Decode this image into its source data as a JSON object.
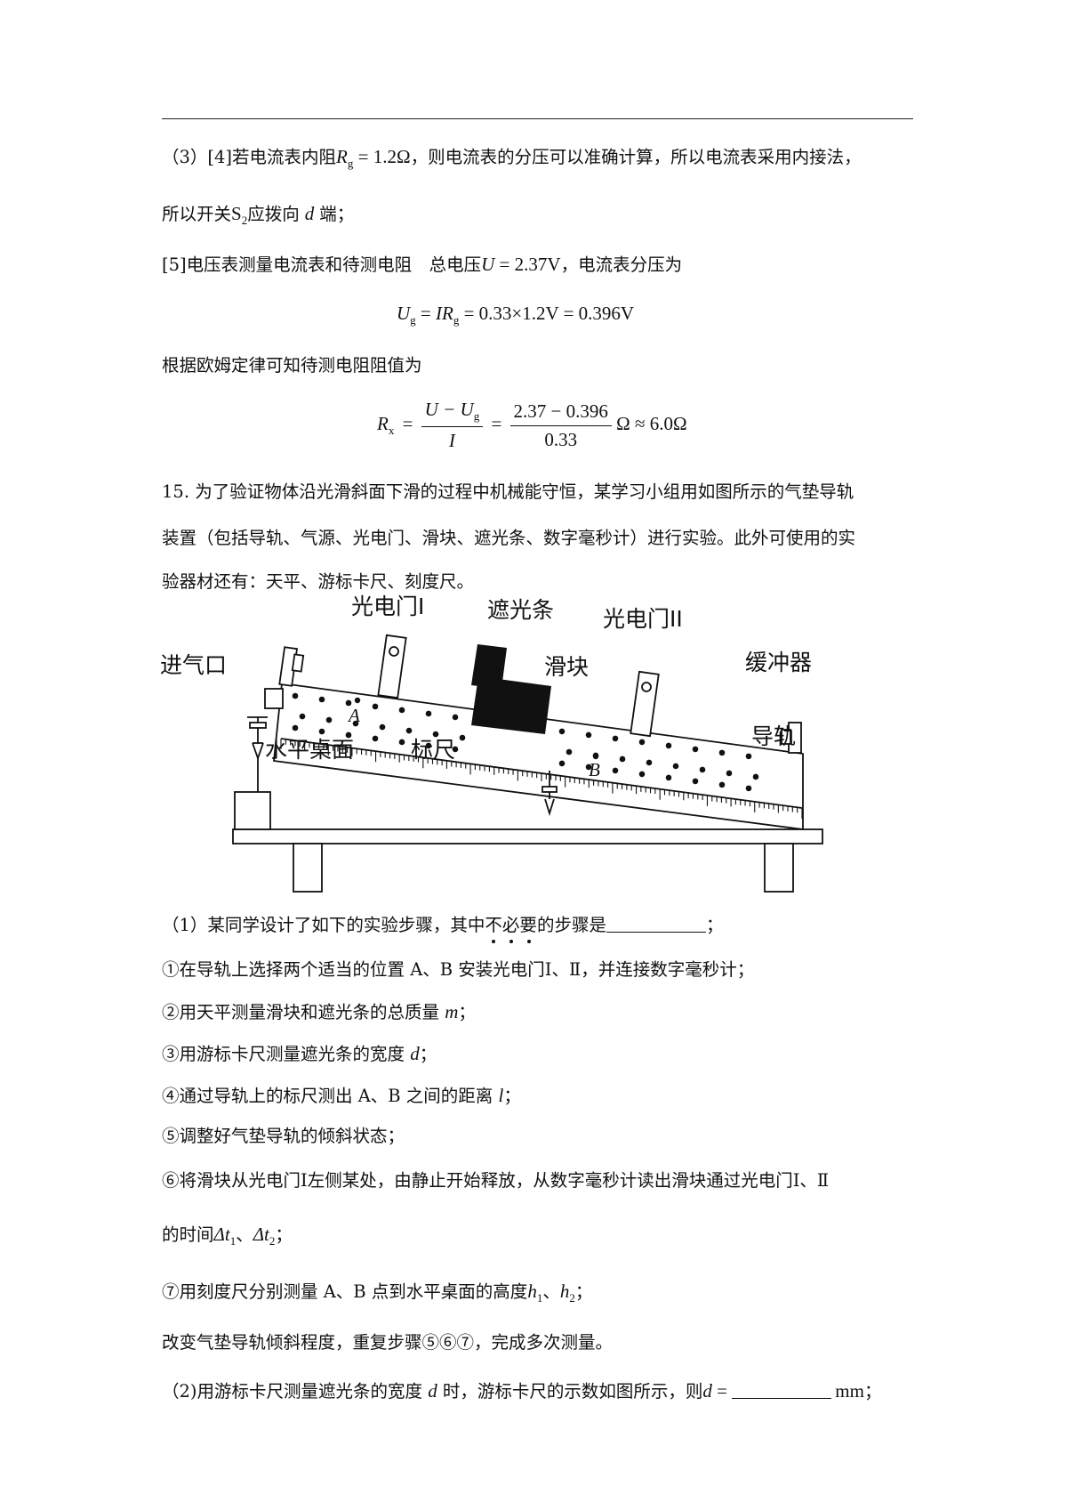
{
  "sec3": {
    "a": "（3）[4]若电流表内阻",
    "rg_sym": "R",
    "rg_sub": "g",
    "rg_val": " = 1.2Ω",
    "b": "，则电流表的分压可以准确计算，所以电流表采用内接法，",
    "line2a": "所以开关",
    "s2_sym": "S",
    "s2_sub": "2",
    "line2b": "应拨向",
    "d_sym": "d",
    "line2c": "端；",
    "line3a": "[5]电压表测量电流表和待测电阻　总电压",
    "u_sym": "U",
    "u_val": " = 2.37V",
    "line3b": "，电流表分压为",
    "eq1": {
      "lhs_sym": "U",
      "lhs_sub": "g",
      "mid": " = ",
      "ir": "IR",
      "ir_sub": "g",
      "rhs": " = 0.33×1.2V = 0.396V"
    },
    "line4": "根据欧姆定律可知待测电阻阻值为",
    "eq2": {
      "lhs_sym": "R",
      "lhs_sub": "x",
      "num1": "U − U",
      "num1_sub": "g",
      "den1": "I",
      "num2": "2.37 − 0.396",
      "den2": "0.33",
      "tail": "Ω ≈ 6.0Ω"
    }
  },
  "q15": {
    "intro1": "15. 为了验证物体沿光滑斜面下滑的过程中机械能守恒，某学习小组用如图所示的气垫导轨",
    "intro2": "装置（包括导轨、气源、光电门、滑块、遮光条、数字毫秒计）进行实验。此外可使用的实",
    "intro3": "验器材还有：天平、游标卡尺、刻度尺。",
    "figure": {
      "gate1": "光电门I",
      "shade": "遮光条",
      "gate2": "光电门II",
      "slider": "滑块",
      "inlet": "进气口",
      "buffer": "缓冲器",
      "rail": "导轨",
      "table": "水平桌面",
      "ruler": "标尺",
      "point_a": "A",
      "point_b": "B"
    },
    "p1_a": "（1）某同学设计了如下的实验步骤，其中",
    "p1_em": "不必要",
    "p1_b": "的步骤是",
    "p1_c": "；",
    "step1": "①在导轨上选择两个适当的位置 A、B 安装光电门Ⅰ、Ⅱ，并连接数字毫秒计；",
    "step2a": "②用天平测量滑块和遮光条的总质量 ",
    "step2v": "m",
    "step2b": "；",
    "step3a": "③用游标卡尺测量遮光条的宽度 ",
    "step3v": "d",
    "step3b": "；",
    "step4a": "④通过导轨上的标尺测出 A、B 之间的距离 ",
    "step4v": "l",
    "step4b": "；",
    "step5": "⑤调整好气垫导轨的倾斜状态；",
    "step6a": "⑥将滑块从光电门Ⅰ左侧某处，由静止开始释放，从数字毫秒计读出滑块通过光电门Ⅰ、Ⅱ",
    "step6b": "的时间",
    "dt1": "Δt",
    "dt1_sub": "1",
    "sep": "、",
    "dt2": "Δt",
    "dt2_sub": "2",
    "step6c": "；",
    "step7a": "⑦用刻度尺分别测量 A、B 点到水平桌面的高度",
    "h1": "h",
    "h1_sub": "1",
    "h2": "h",
    "h2_sub": "2",
    "step7b": "；",
    "repeat": "改变气垫导轨倾斜程度，重复步骤⑤⑥⑦，完成多次测量。",
    "p2_a": "（2)用游标卡尺测量遮光条的宽度 ",
    "p2_d": "d",
    "p2_b": " 时，游标卡尺的示数如图所示，则",
    "p2_eq": "d",
    "p2_eq2": " = ",
    "p2_unit": "mm",
    "p2_end": "；"
  }
}
